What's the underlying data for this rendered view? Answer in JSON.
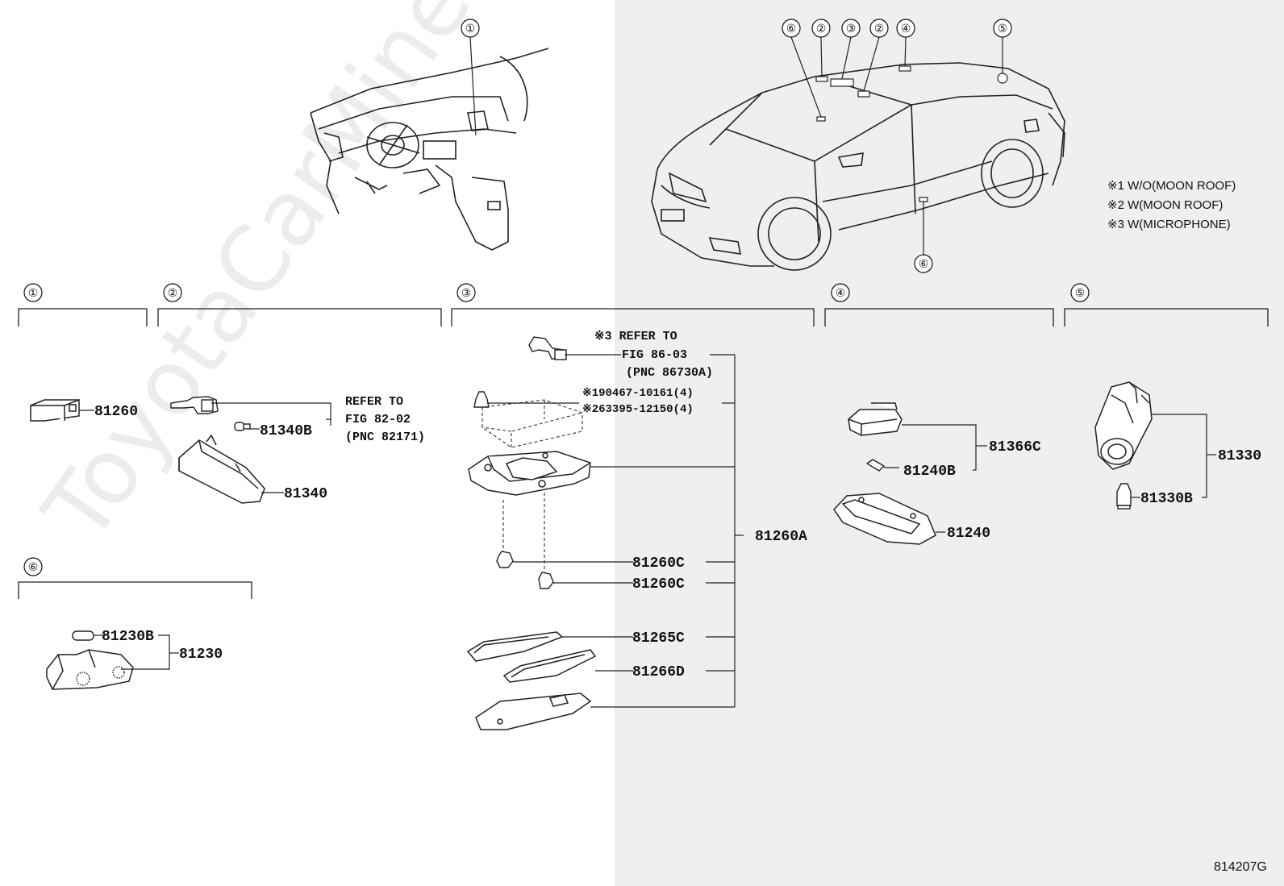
{
  "sections": [
    {
      "id": "1",
      "num": "①"
    },
    {
      "id": "2",
      "num": "②"
    },
    {
      "id": "3",
      "num": "③"
    },
    {
      "id": "4",
      "num": "④"
    },
    {
      "id": "5",
      "num": "⑤"
    },
    {
      "id": "6",
      "num": "⑥"
    }
  ],
  "callouts": {
    "dash_1": "①",
    "car_6a": "⑥",
    "car_2a": "②",
    "car_3": "③",
    "car_2b": "②",
    "car_4": "④",
    "car_5": "⑤",
    "car_6b": "⑥"
  },
  "notes": [
    "※1 W/O(MOON ROOF)",
    "※2 W(MOON ROOF)",
    "※3 W(MICROPHONE)"
  ],
  "parts": {
    "p81260": "81260",
    "p81340B": "81340B",
    "p81340": "81340",
    "p81230B": "81230B",
    "p81230": "81230",
    "p81260A": "81260A",
    "p81260C_1": "81260C",
    "p81260C_2": "81260C",
    "p81265C": "81265C",
    "p81266D": "81266D",
    "p81366C": "81366C",
    "p81240B": "81240B",
    "p81240": "81240",
    "p81330": "81330",
    "p81330B": "81330B"
  },
  "refs": {
    "s2_line1": "REFER TO",
    "s2_line2": "FIG 82-02",
    "s2_line3": "(PNC 82171)",
    "s3_line1": "※3 REFER TO",
    "s3_line2": "FIG 86-03",
    "s3_line3": "(PNC 86730A)",
    "s3_bolt1": "※190467-10161(4)",
    "s3_bolt2": "※263395-12150(4)"
  },
  "figure_id": "814207G",
  "watermark": "ToyotaCarMine.ru"
}
